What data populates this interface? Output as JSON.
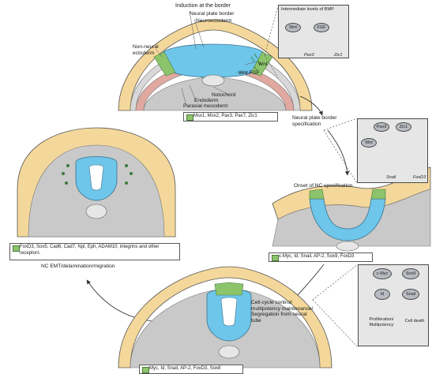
{
  "panels": {
    "induction": {
      "title": "Induction at the border",
      "labels": {
        "neural_plate_border": "Neural plate border",
        "neuroectoderm": "Neuroectoderm",
        "non_neural_ectoderm": "Non-neural ectoderm",
        "wnt": "Wnt",
        "wnt_fgf": "Wnt FGF",
        "notochord": "Notochord",
        "endoderm": "Endoderm",
        "paraxial_mesoderm": "Paraxial mesoderm"
      },
      "markers": "Msx1, Msx2, Pax3, Pax7, Zic1"
    },
    "bmp_inset": {
      "title": "Intermediate levels of BMP",
      "nodes": [
        "Wnt",
        "FGF"
      ],
      "genes": [
        "Pax3",
        "Zic1"
      ]
    },
    "border_spec": "Neural plate border specification",
    "spec_inset": {
      "nodes": [
        "Pax3",
        "Zic1",
        "Wnt"
      ],
      "genes": [
        "Snail",
        "FoxD3"
      ]
    },
    "onset": {
      "title": "Onset of NC specification",
      "markers": "c-Myc, Id, Snail, AP-2, Sox9, FoxD3"
    },
    "delamination": {
      "markers": "FoxD3, Sox5, Cad6, Cad7, Npl, Eph, ADAM10, integrins and other receptors",
      "caption": "NC EMT/delamination/migration"
    },
    "maintenance": {
      "caption": "Cell-cycle control/ multipotency maintenance/ Segregation from neural tube",
      "markers": "Myc, Id, Snail, AP-2, FoxD3, Sox8"
    },
    "cycle_inset": {
      "nodes": [
        "c-Myc",
        "Id",
        "Sox9",
        "Snail"
      ],
      "outcomes": [
        "Proliferation/ Multipotency",
        "Cell death"
      ]
    }
  }
}
